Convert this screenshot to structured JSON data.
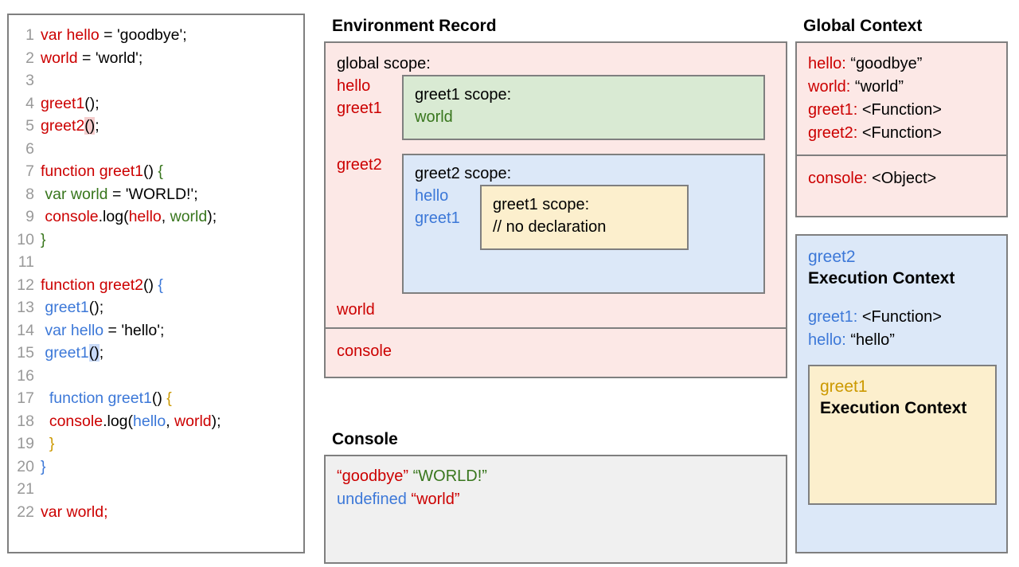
{
  "code_panel": {
    "lines": [
      {
        "n": "1",
        "tokens": [
          {
            "t": "var hello",
            "c": "red"
          },
          {
            "t": " = 'goodbye';",
            "c": "black"
          }
        ]
      },
      {
        "n": "2",
        "tokens": [
          {
            "t": "world",
            "c": "red"
          },
          {
            "t": " = 'world';",
            "c": "black"
          }
        ]
      },
      {
        "n": "3",
        "tokens": []
      },
      {
        "n": "4",
        "tokens": [
          {
            "t": "greet1",
            "c": "red"
          },
          {
            "t": "();",
            "c": "black"
          }
        ]
      },
      {
        "n": "5",
        "tokens": [
          {
            "t": "greet2",
            "c": "red"
          },
          {
            "t": "()",
            "c": "black",
            "hl": "hl-red"
          },
          {
            "t": ";",
            "c": "black"
          }
        ]
      },
      {
        "n": "6",
        "tokens": []
      },
      {
        "n": "7",
        "tokens": [
          {
            "t": "function greet1",
            "c": "red"
          },
          {
            "t": "() ",
            "c": "black"
          },
          {
            "t": "{",
            "c": "green"
          }
        ]
      },
      {
        "n": "8",
        "tokens": [
          {
            "t": " var world",
            "c": "green"
          },
          {
            "t": " = 'WORLD!';",
            "c": "black"
          }
        ]
      },
      {
        "n": "9",
        "tokens": [
          {
            "t": " console",
            "c": "red"
          },
          {
            "t": ".log(",
            "c": "black"
          },
          {
            "t": "hello",
            "c": "red"
          },
          {
            "t": ", ",
            "c": "black"
          },
          {
            "t": "world",
            "c": "green"
          },
          {
            "t": ");",
            "c": "black"
          }
        ]
      },
      {
        "n": "10",
        "tokens": [
          {
            "t": "}",
            "c": "green"
          }
        ]
      },
      {
        "n": "11",
        "tokens": []
      },
      {
        "n": "12",
        "tokens": [
          {
            "t": "function greet2",
            "c": "red"
          },
          {
            "t": "() ",
            "c": "black"
          },
          {
            "t": "{",
            "c": "blue"
          }
        ]
      },
      {
        "n": "13",
        "tokens": [
          {
            "t": " greet1",
            "c": "blue"
          },
          {
            "t": "();",
            "c": "black"
          }
        ]
      },
      {
        "n": "14",
        "tokens": [
          {
            "t": " var hello",
            "c": "blue"
          },
          {
            "t": " = 'hello';",
            "c": "black"
          }
        ]
      },
      {
        "n": "15",
        "tokens": [
          {
            "t": " greet1",
            "c": "blue"
          },
          {
            "t": "()",
            "c": "black",
            "hl": "hl-blue"
          },
          {
            "t": ";",
            "c": "black"
          }
        ]
      },
      {
        "n": "16",
        "tokens": []
      },
      {
        "n": "17",
        "tokens": [
          {
            "t": "  function greet1",
            "c": "blue"
          },
          {
            "t": "() ",
            "c": "black"
          },
          {
            "t": "{",
            "c": "gold"
          }
        ]
      },
      {
        "n": "18",
        "tokens": [
          {
            "t": "  console",
            "c": "red"
          },
          {
            "t": ".log(",
            "c": "black"
          },
          {
            "t": "hello",
            "c": "blue"
          },
          {
            "t": ", ",
            "c": "black"
          },
          {
            "t": "world",
            "c": "red"
          },
          {
            "t": ");",
            "c": "black"
          }
        ]
      },
      {
        "n": "19",
        "tokens": [
          {
            "t": "  }",
            "c": "gold"
          }
        ]
      },
      {
        "n": "20",
        "tokens": [
          {
            "t": "}",
            "c": "blue"
          }
        ]
      },
      {
        "n": "21",
        "tokens": []
      },
      {
        "n": "22",
        "tokens": [
          {
            "t": "var world;",
            "c": "red"
          }
        ]
      }
    ]
  },
  "environment_record": {
    "title": "Environment Record",
    "global_scope": {
      "label": "global scope:",
      "bindings_top": [
        "hello",
        "greet1"
      ],
      "binding_world": "world",
      "binding_console": "console"
    },
    "greet1_scope": {
      "label": "greet1 scope:",
      "bindings": [
        "world"
      ]
    },
    "greet2_scope": {
      "label": "greet2 scope:",
      "bindings": [
        "hello",
        "greet1"
      ]
    },
    "greet1_inner_scope": {
      "label": "greet1 scope:",
      "comment": "// no declaration"
    }
  },
  "console": {
    "title": "Console",
    "lines": [
      [
        {
          "t": "“goodbye” ",
          "c": "red"
        },
        {
          "t": "“WORLD!”",
          "c": "green"
        }
      ],
      [
        {
          "t": "undefined ",
          "c": "blue"
        },
        {
          "t": "“world”",
          "c": "red"
        }
      ]
    ]
  },
  "global_context": {
    "title": "Global Context",
    "group_a": [
      {
        "key": "hello: ",
        "val": "“goodbye”"
      },
      {
        "key": "world: ",
        "val": "“world”"
      },
      {
        "key": "greet1: ",
        "val": "<Function>"
      },
      {
        "key": "greet2: ",
        "val": "<Function>"
      }
    ],
    "group_b": [
      {
        "key": "console: ",
        "val": "<Object>"
      }
    ]
  },
  "greet2_execution_context": {
    "name": "greet2",
    "heading": "Execution Context",
    "entries": [
      {
        "key": "greet1: ",
        "val": "<Function>"
      },
      {
        "key": "hello: ",
        "val": "“hello”"
      }
    ]
  },
  "greet1_execution_context": {
    "name": "greet1",
    "heading": "Execution Context"
  },
  "colors": {
    "red": "#cc0000",
    "green": "#38761d",
    "blue": "#3c78d8",
    "gold": "#cc9900",
    "pink_bg": "#fce8e6",
    "green_bg": "#d9ead3",
    "blue_bg": "#dce8f8",
    "yellow_bg": "#fcefcd",
    "console_bg": "#f0f0f0",
    "border": "#7f7f7f"
  }
}
